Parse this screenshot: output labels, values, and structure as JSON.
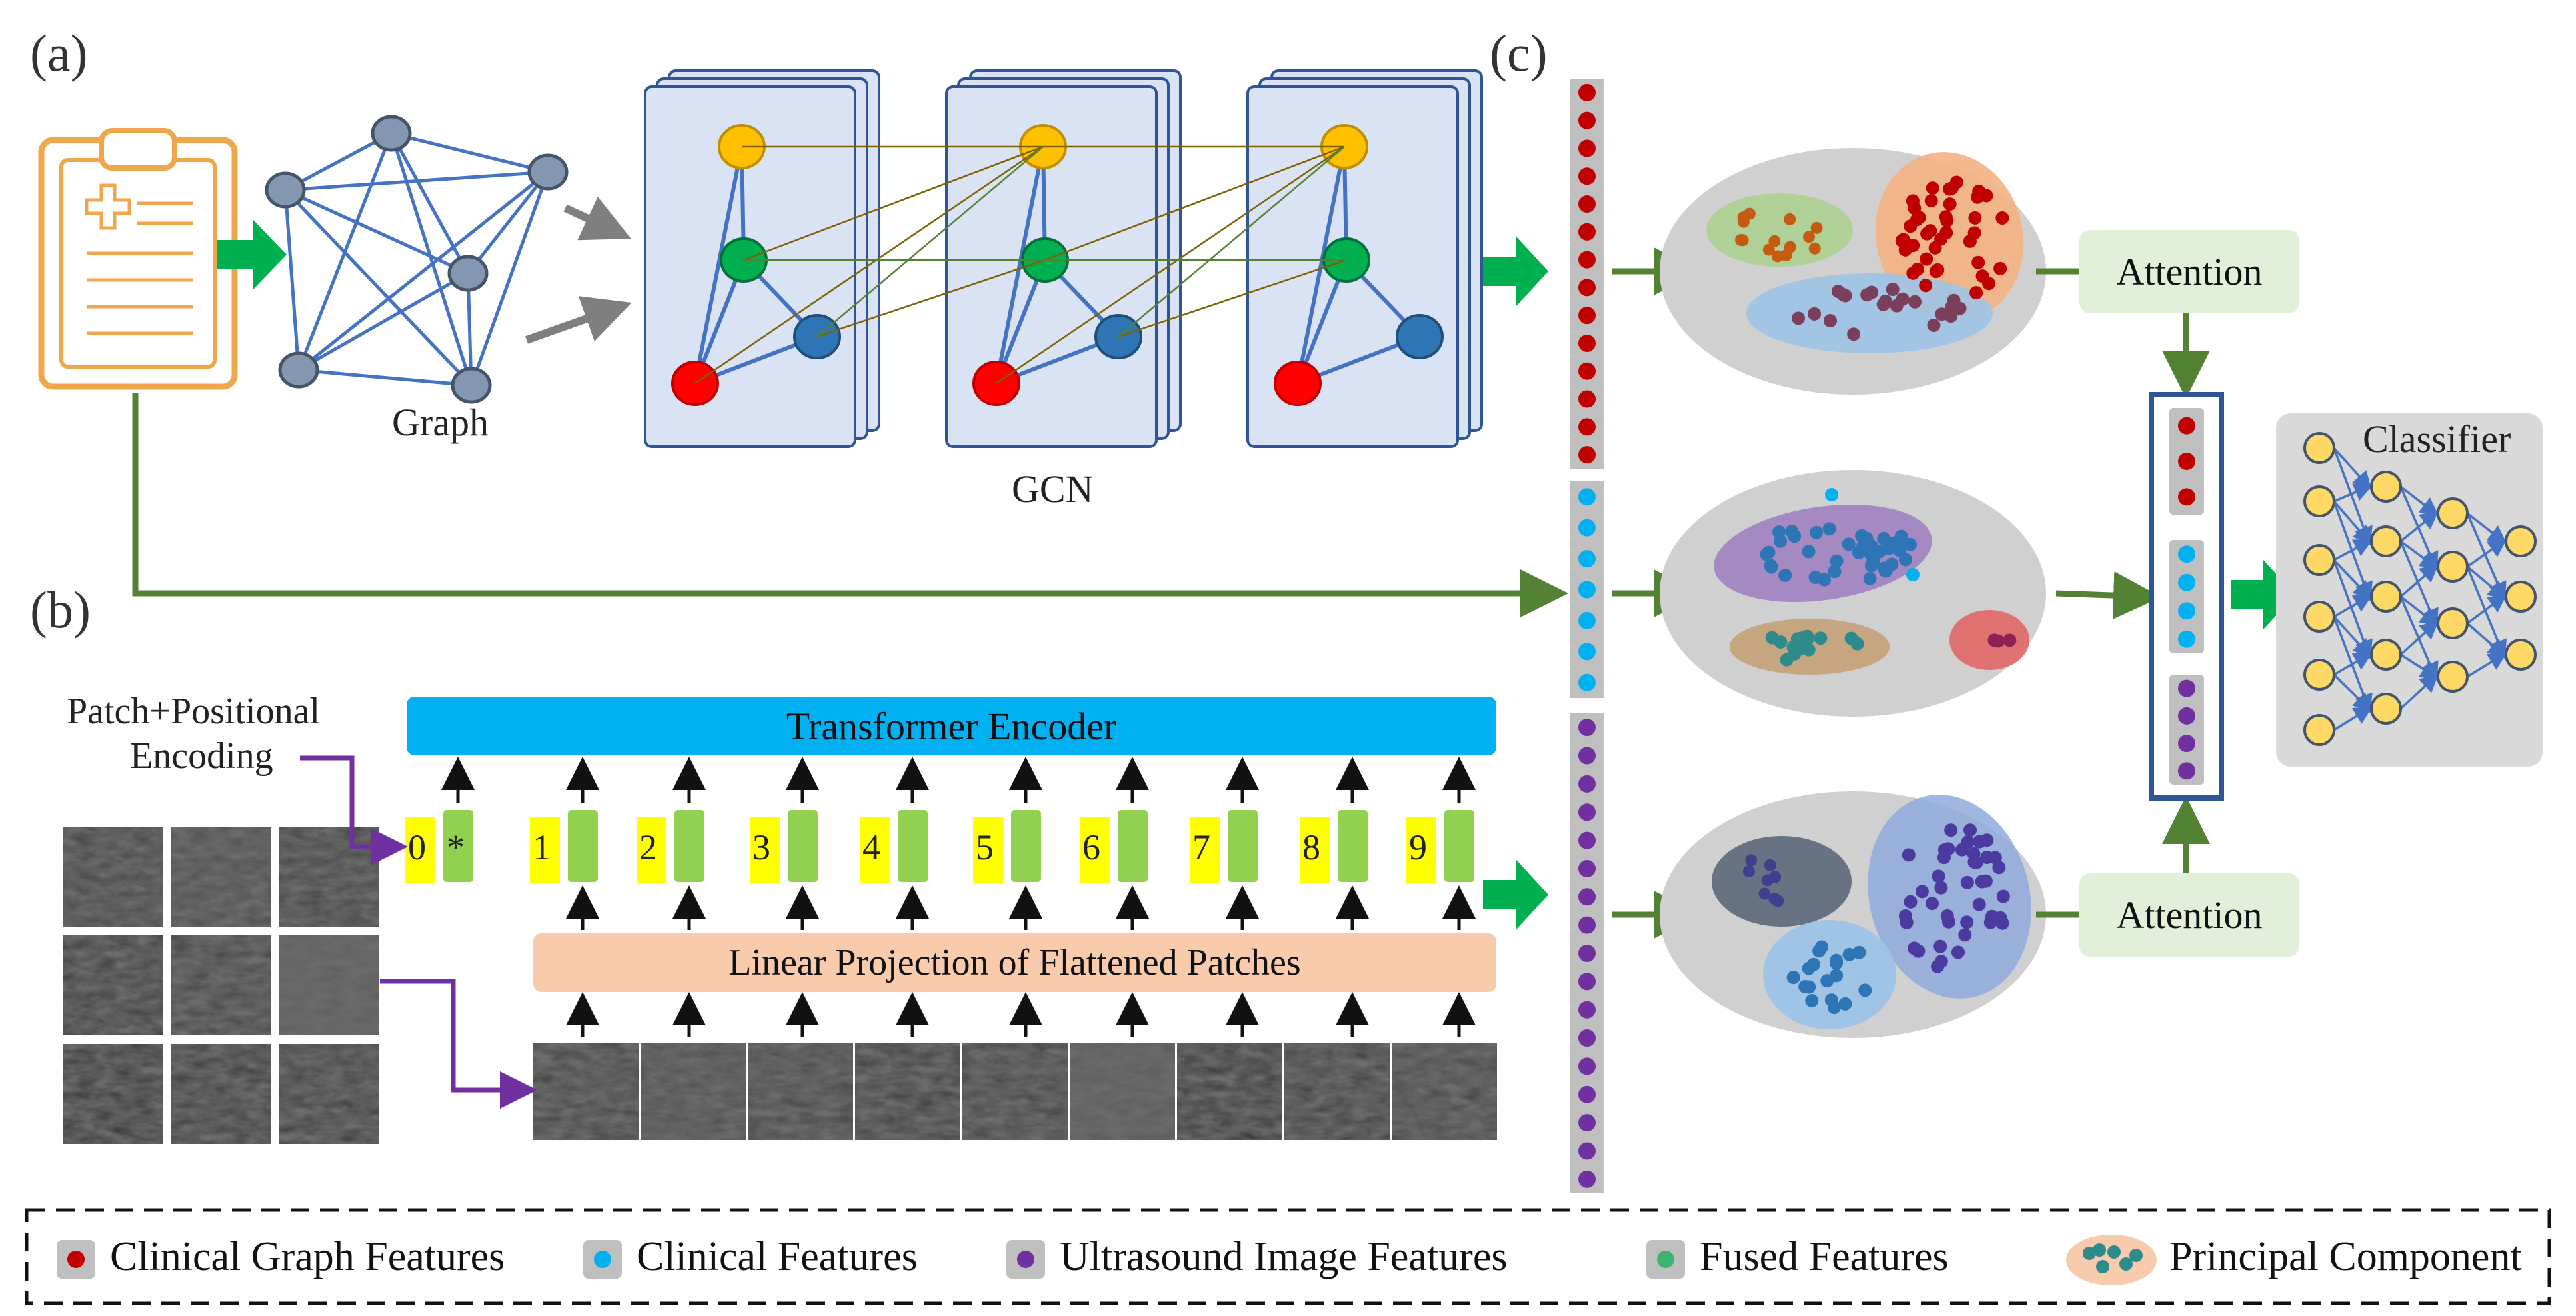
{
  "panels": {
    "a": "(a)",
    "b": "(b)",
    "c": "(c)"
  },
  "labels": {
    "graph": "Graph",
    "gcn": "GCN",
    "patch_positional": "Patch+Positional",
    "encoding": "Encoding",
    "transformer_encoder": "Transformer Encoder",
    "linear_projection": "Linear Projection of Flattened Patches",
    "attention_top": "Attention",
    "attention_bottom": "Attention",
    "classifier": "Classifier"
  },
  "tokens": [
    "0",
    "1",
    "2",
    "3",
    "4",
    "5",
    "6",
    "7",
    "8",
    "9"
  ],
  "cls_symbol": "*",
  "legend": [
    {
      "label": "Clinical Graph Features",
      "color": "#c00000"
    },
    {
      "label": "Clinical Features",
      "color": "#00b0f0"
    },
    {
      "label": "Ultrasound Image Features",
      "color": "#7030a0"
    },
    {
      "label": "Fused Features",
      "color": "#3cb371"
    },
    {
      "label": "Principal Component",
      "color": "#2e8b8b"
    }
  ],
  "colors": {
    "green_arrow": "#00b050",
    "dark_green_line": "#548235",
    "gcn_card": "#dae3f3",
    "node_gray": "#8497b0",
    "edge_blue": "#4472c4",
    "transformer": "#00b0f0",
    "linear_proj": "#f8cbad",
    "token_yellow": "#ffff00",
    "token_green": "#92d050",
    "attention_box": "#e2f0d9",
    "classifier_bg": "#d9d9d9",
    "neuron": "#ffd966",
    "clipboard": "#f4b183",
    "purple_line": "#7030a0"
  }
}
